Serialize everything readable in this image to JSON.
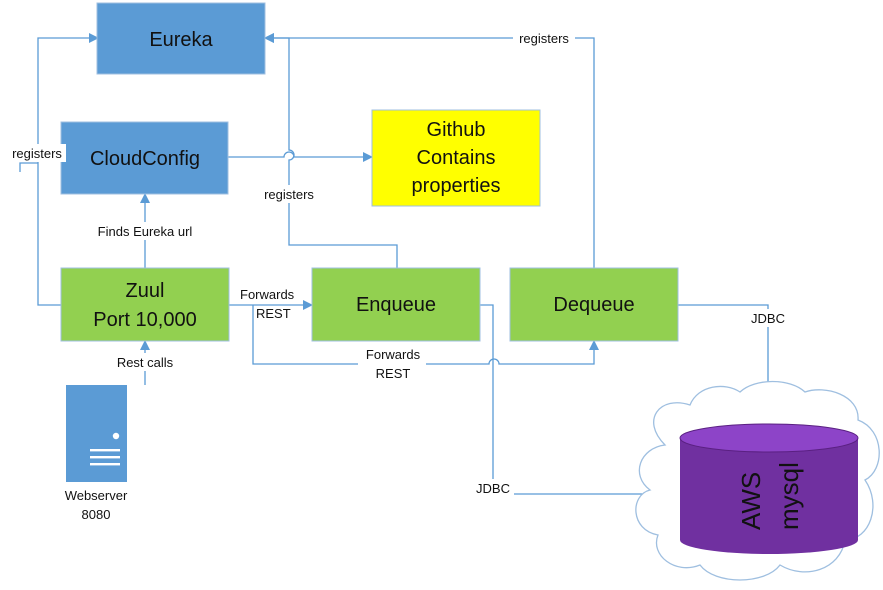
{
  "nodes": {
    "eureka": {
      "label": "Eureka",
      "color": "#5b9bd5"
    },
    "cloudconfig": {
      "label": "CloudConfig",
      "color": "#5b9bd5"
    },
    "github": {
      "lines": [
        "Github",
        "Contains",
        "properties"
      ],
      "color": "#ffff00"
    },
    "zuul": {
      "lines": [
        "Zuul",
        "Port 10,000"
      ],
      "color": "#92d050"
    },
    "enqueue": {
      "label": "Enqueue",
      "color": "#92d050"
    },
    "dequeue": {
      "label": "Dequeue",
      "color": "#92d050"
    },
    "webserver": {
      "lines": [
        "Webserver",
        "8080"
      ],
      "color": "#5b9bd5"
    },
    "database": {
      "lines": [
        "AWS",
        "mysql"
      ],
      "color": "#7030a0"
    }
  },
  "edges": {
    "zuul_registers": "registers",
    "enqueue_registers": "registers",
    "dequeue_registers": "registers",
    "finds_eureka": "Finds Eureka url",
    "rest_calls": "Rest calls",
    "forwards_enqueue": [
      "Forwards",
      "REST"
    ],
    "forwards_dequeue": [
      "Forwards",
      "REST"
    ],
    "jdbc_dequeue": "JDBC",
    "jdbc_enqueue": "JDBC"
  },
  "colors": {
    "line": "#5b9bd5",
    "box_border": "#9fbfe0"
  }
}
